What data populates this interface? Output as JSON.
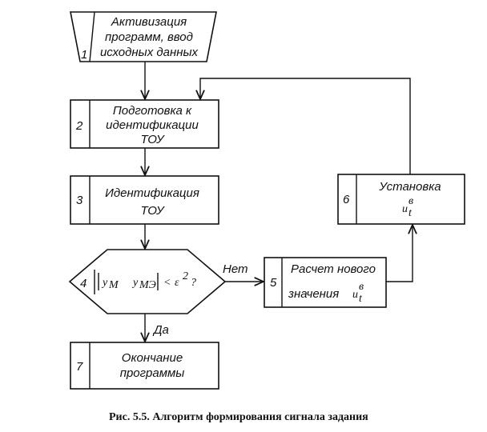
{
  "blocks": {
    "b1": {
      "number": "1",
      "lines": [
        "Активизация",
        "программ, ввод",
        "исходных данных"
      ]
    },
    "b2": {
      "number": "2",
      "lines": [
        "Подготовка к",
        "идентификации",
        "ТОУ"
      ]
    },
    "b3": {
      "number": "3",
      "lines": [
        "Идентификация",
        "ТОУ"
      ]
    },
    "b4": {
      "number": "4",
      "y_m": "y",
      "m_sub": "М",
      "y_me": "y",
      "me_sub": "МЭ",
      "less": "<",
      "eps": "ε",
      "sq": "2",
      "q": "?"
    },
    "b5": {
      "number": "5",
      "line1": "Расчет нового",
      "line2": "значения",
      "u": "u",
      "u_sup": "в",
      "u_sub": "t"
    },
    "b6": {
      "number": "6",
      "line1": "Установка",
      "u": "u",
      "u_sup": "в",
      "u_sub": "t"
    },
    "b7": {
      "number": "7",
      "lines": [
        "Окончание",
        "программы"
      ]
    }
  },
  "branches": {
    "no": "Нет",
    "yes": "Да"
  },
  "caption": "Рис. 5.5. Алгоритм формирования сигнала задания"
}
